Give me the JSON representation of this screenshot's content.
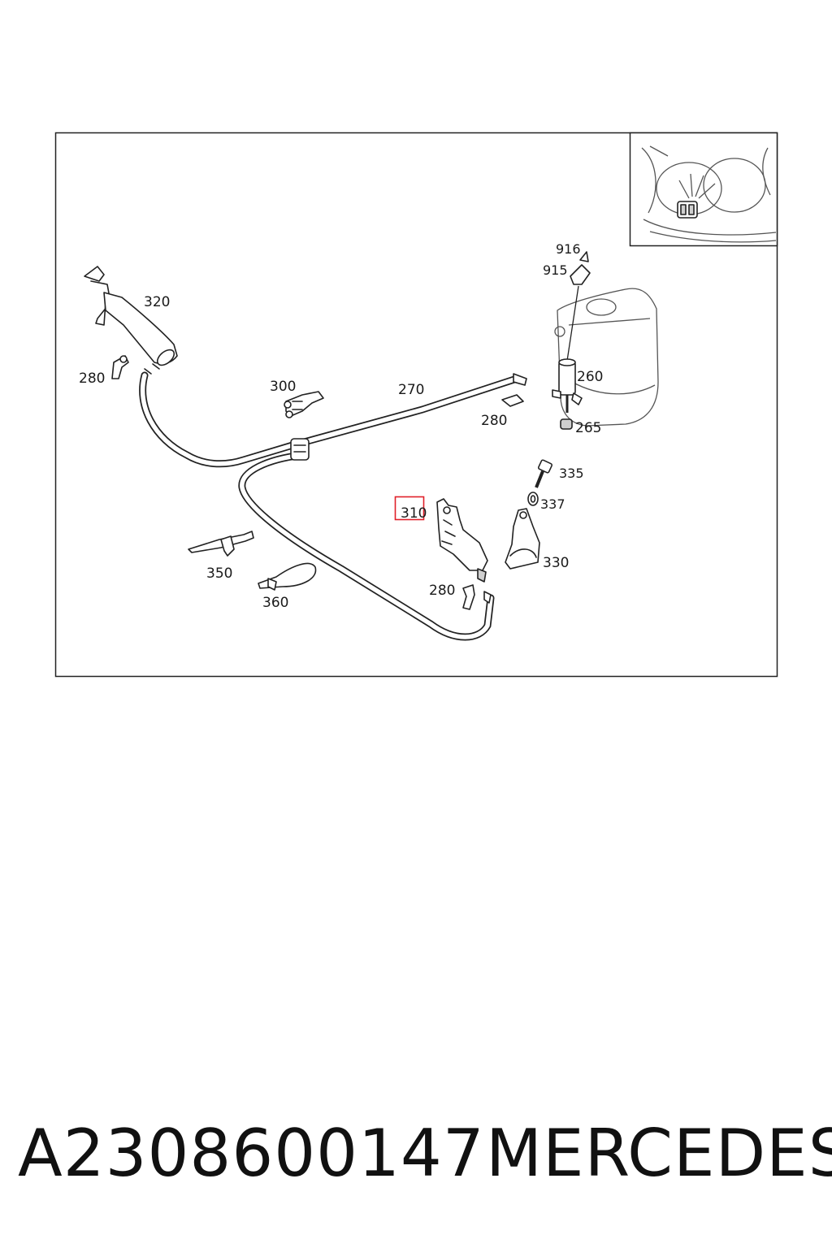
{
  "diagram": {
    "callouts": {
      "c320": "320",
      "c280a": "280",
      "c300": "300",
      "c270": "270",
      "c280b": "280",
      "c916": "916",
      "c915": "915",
      "c260": "260",
      "c265": "265",
      "c335": "335",
      "c337": "337",
      "c310": "310",
      "c330": "330",
      "c280c": "280",
      "c350": "350",
      "c360": "360"
    },
    "highlighted_callout": "310",
    "highlight_color": "#e0202a"
  },
  "footer": {
    "part_number": "A2308600147",
    "brand": "MERCEDES"
  }
}
